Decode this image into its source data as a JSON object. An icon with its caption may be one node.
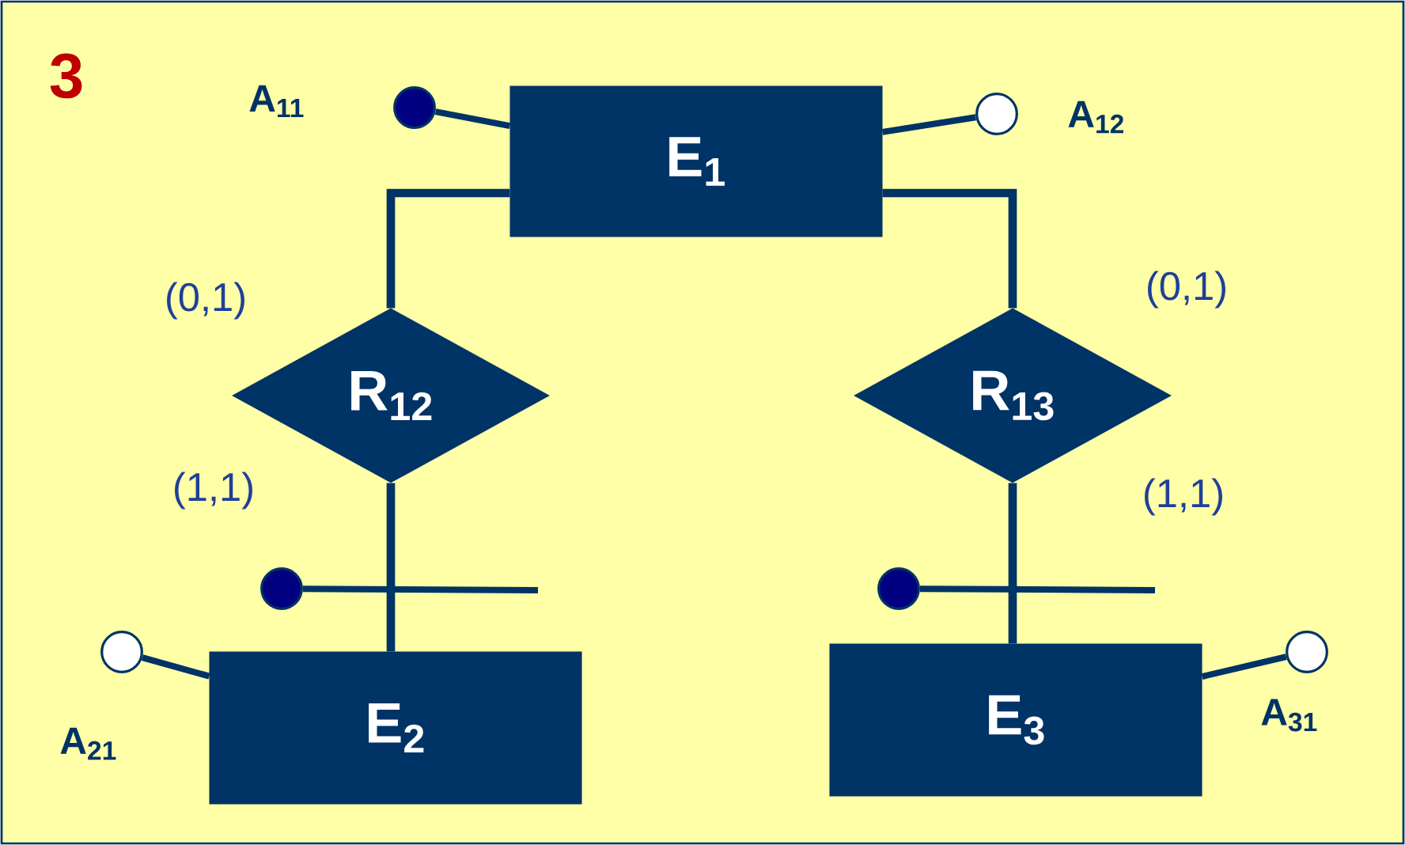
{
  "diagram": {
    "nodes": [
      {
        "text": [
          "E$_{1}$"
        ]
      },
      {
        "text": [
          "R$_{12}$"
        ]
      },
      {
        "text": [
          "R$_{13}$"
        ]
      },
      {
        "text": [
          "E$_{2}$"
        ]
      },
      {
        "text": [
          "E$_{3}$"
        ]
      },
      {
        "text": [],
        "shape": "dot",
        "beside": [
          "A$_{11}$"
        ]
      },
      {
        "text": [],
        "shape": "circle",
        "beside": [
          "A$_{12}$"
        ]
      },
      {
        "text": [],
        "shape": "circle",
        "beside": [
          "A$_{21}$"
        ]
      },
      {
        "text": [],
        "shape": "circle",
        "beside": [
          "A$_{31}$"
        ]
      },
      {
        "text": [],
        "shape": "dot"
      },
      {
        "text": [],
        "shape": "dot"
      }
    ],
    "edges": [
      {
        "from": 0,
        "to": 1,
        "arrow": "none",
        "label": "(0,1)"
      },
      {
        "from": 1,
        "to": 3,
        "arrow": "none",
        "label": "(1,1)"
      },
      {
        "from": 0,
        "to": 2,
        "arrow": "none",
        "label": "(0,1)"
      },
      {
        "from": 2,
        "to": 4,
        "arrow": "none",
        "label": "(1,1)"
      },
      {
        "from": 5,
        "to": 0,
        "arrow": "none"
      },
      {
        "from": 6,
        "to": 0,
        "arrow": "none"
      },
      {
        "from": 7,
        "to": 3,
        "arrow": "none"
      },
      {
        "from": 8,
        "to": 4,
        "arrow": "none"
      },
      {
        "from": 9,
        "to": null,
        "arrow": "none"
      },
      {
        "from": 10,
        "to": null,
        "arrow": "none"
      }
    ],
    "labels": [
      "3"
    ]
  }
}
